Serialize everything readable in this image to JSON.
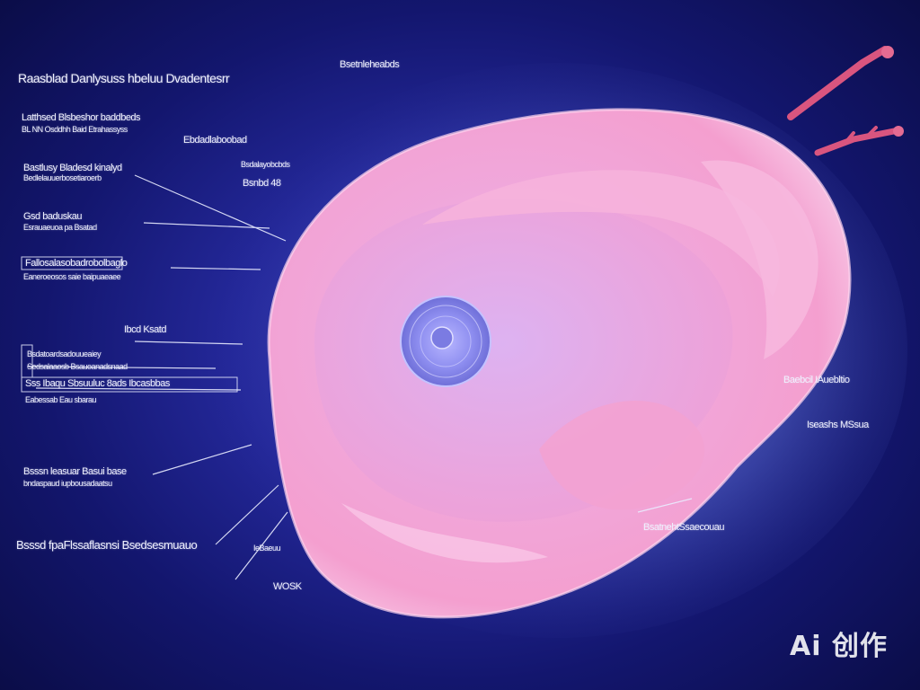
{
  "diagram": {
    "labels_left": [
      "Raasblad Danlysuss hbeluu  Dvadentesrr",
      "Latthsed Blsbeshor baddbeds",
      "BL NN Osddhh Baid Etrahassyss",
      "Bastlusy Bladesd kinalyd",
      "Bedlelauuerbosetiaroerb",
      "Gsd baduskau",
      "Esrauaeuoa pa Bsatad",
      "Fallosalasobadrobolbaglo",
      "Eaneroeosos saie baipuaeaee",
      "Ibcd Ksatd",
      "Bsdatoardsadouueaiey",
      "Sedsalaaosb Bsauoanadsnaad",
      "Sss Ibaqu Sbsuuluc 8ads Ibcasbbas",
      "Eabessab Eau sbarau",
      "Bsssn leasuar Basui base",
      "bndaspaud iupbousadaatsu",
      "Bsssd fpaFlssaflasnsi Bsedsesmuauo"
    ],
    "labels_center": [
      "Bsetnleheabds",
      "Ebdadlaboobad",
      "Bsdalayobcbds",
      "Bsnbd  48",
      "IeBaeuu",
      "WOSK"
    ],
    "labels_right": [
      "Baebcil IAuebltio",
      "Iseashs MSsua",
      "BsatnehtSsaecouau"
    ],
    "colors": {
      "background": "#1b1f8c",
      "organ": "#f4a6d6",
      "nucleus": "#8f8fe8",
      "vessel": "#d9557f",
      "label": "#eef0ff"
    }
  },
  "watermark": {
    "text": "Ai 创作"
  }
}
